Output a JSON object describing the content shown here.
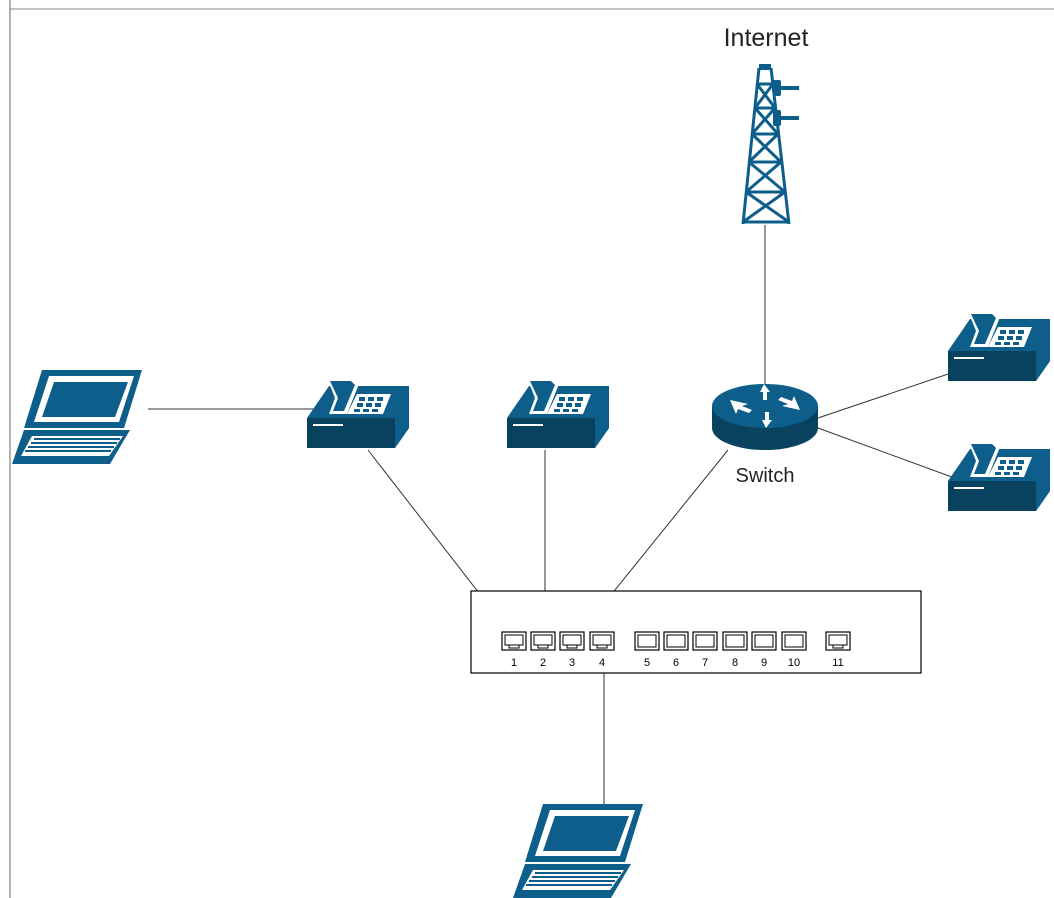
{
  "labels": {
    "internet": "Internet",
    "switch": "Switch"
  },
  "switch_panel": {
    "ports": [
      "1",
      "2",
      "3",
      "4",
      "5",
      "6",
      "7",
      "8",
      "9",
      "10",
      "11"
    ]
  },
  "colors": {
    "icon_fill": "#0d5e8a",
    "line": "#333333",
    "background": "#ffffff"
  },
  "icons": [
    "tower-icon",
    "router-icon",
    "ip-phone-icon",
    "laptop-icon",
    "ethernet-port-icon"
  ]
}
